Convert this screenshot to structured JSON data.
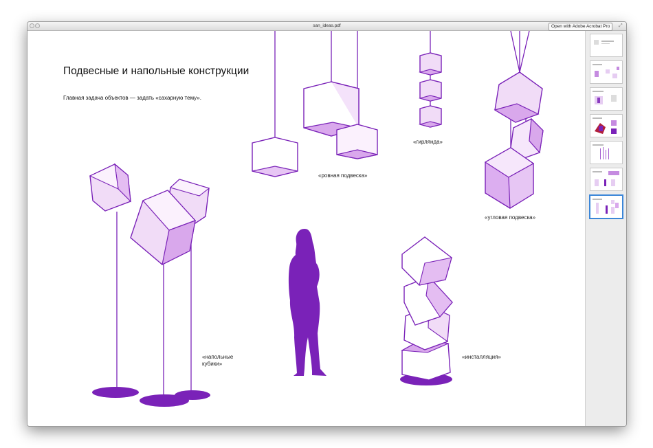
{
  "window": {
    "title": "san_ideas.pdf",
    "open_button": "Open with Adobe Acrobat Pro"
  },
  "page": {
    "title": "Подвесные и напольные конструкции",
    "subtitle": "Главная задача объектов — задать «сахарную тему».",
    "labels": {
      "garland": "«гирлянда»",
      "even_suspension": "«ровная подвеска»",
      "angled_suspension": "«угловая подвеска»",
      "floor_cubes_line1": "«напольные",
      "floor_cubes_line2": "кубики»",
      "installation": "«инсталляция»"
    }
  },
  "sidebar": {
    "page_count": 7,
    "selected_page": 7
  },
  "colors": {
    "accent_purple": "#7a22b8",
    "cube_light": "#f1dcf7",
    "cube_mid": "#d9a8ec",
    "selection": "#3b86d8"
  }
}
